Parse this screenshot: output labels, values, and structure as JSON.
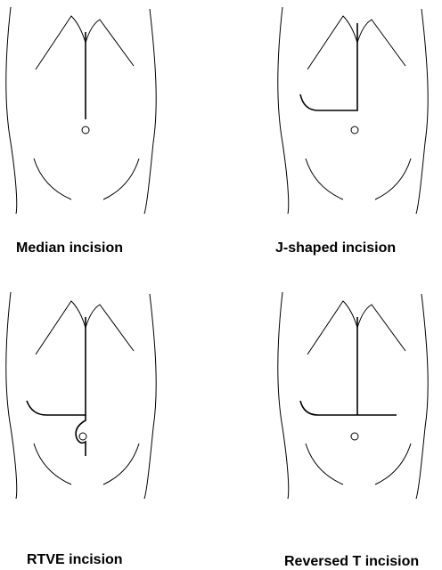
{
  "panels": [
    {
      "id": "median",
      "caption": "Median incision"
    },
    {
      "id": "j-shaped",
      "caption": "J-shaped incision"
    },
    {
      "id": "rtve",
      "caption": "RTVE incision"
    },
    {
      "id": "reversed-t",
      "caption": "Reversed T incision"
    }
  ]
}
